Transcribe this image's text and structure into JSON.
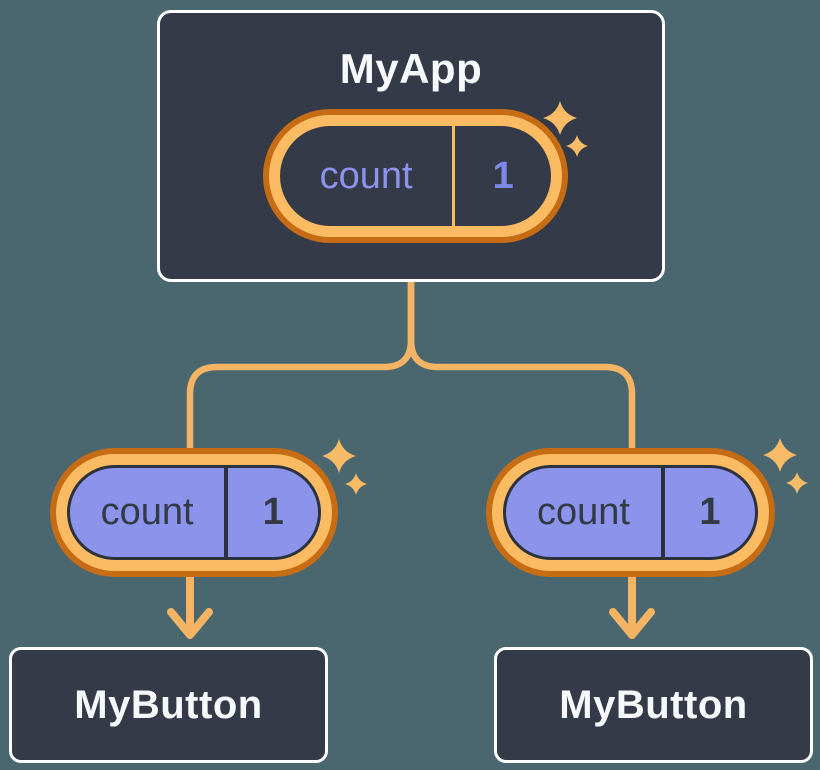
{
  "theme": {
    "canvas-bg": "#4A6770",
    "node-bg": "#343A47",
    "node-border": "#FFFFFF",
    "node-text": "#F7F8F9",
    "orange-dark": "#C56C15",
    "orange-light": "#FABB62",
    "line-orange": "#F5B464",
    "sparkle-orange": "#F8BC66",
    "purple-fill": "#8B93EA",
    "purple-text": "#8B93EC",
    "purple-value-text": "#7D88E8",
    "ink-dark": "#2C323D",
    "pill-dark-text": "#333A46"
  },
  "diagram": {
    "type": "react-component-tree",
    "root": {
      "title": "MyApp",
      "state": {
        "name": "count",
        "value": "1"
      }
    },
    "children": [
      {
        "title": "MyButton",
        "state": {
          "name": "count",
          "value": "1"
        }
      },
      {
        "title": "MyButton",
        "state": {
          "name": "count",
          "value": "1"
        }
      }
    ]
  }
}
